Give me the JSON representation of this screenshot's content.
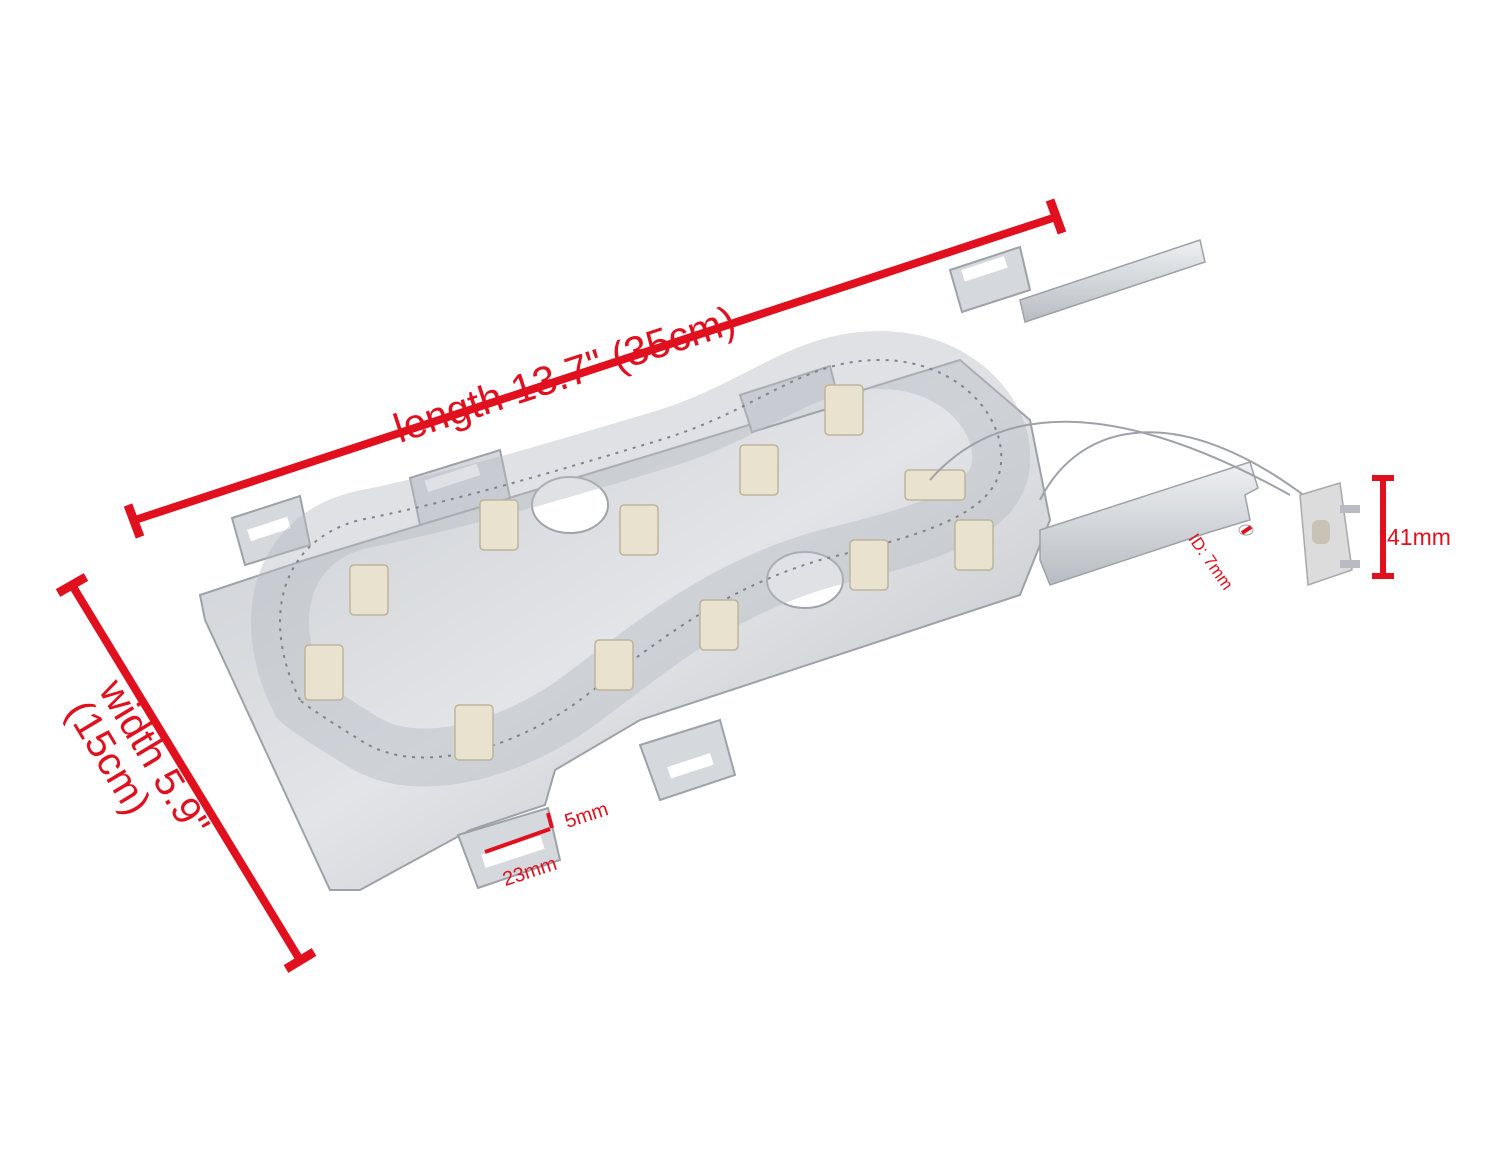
{
  "image": {
    "subject": "Dryer heating element",
    "background_color": "#ffffff",
    "annotation_color": "#e0101f"
  },
  "dimensions": {
    "length": {
      "label": "length 13.7\" (35cm)"
    },
    "width": {
      "label_line1": "width 5.9\"",
      "label_line2": "(15cm)"
    },
    "terminal_height": {
      "label": "41mm"
    },
    "hole_id": {
      "label": "ID: 7mm"
    },
    "slot_height": {
      "label": "5mm"
    },
    "slot_width": {
      "label": "23mm"
    }
  }
}
